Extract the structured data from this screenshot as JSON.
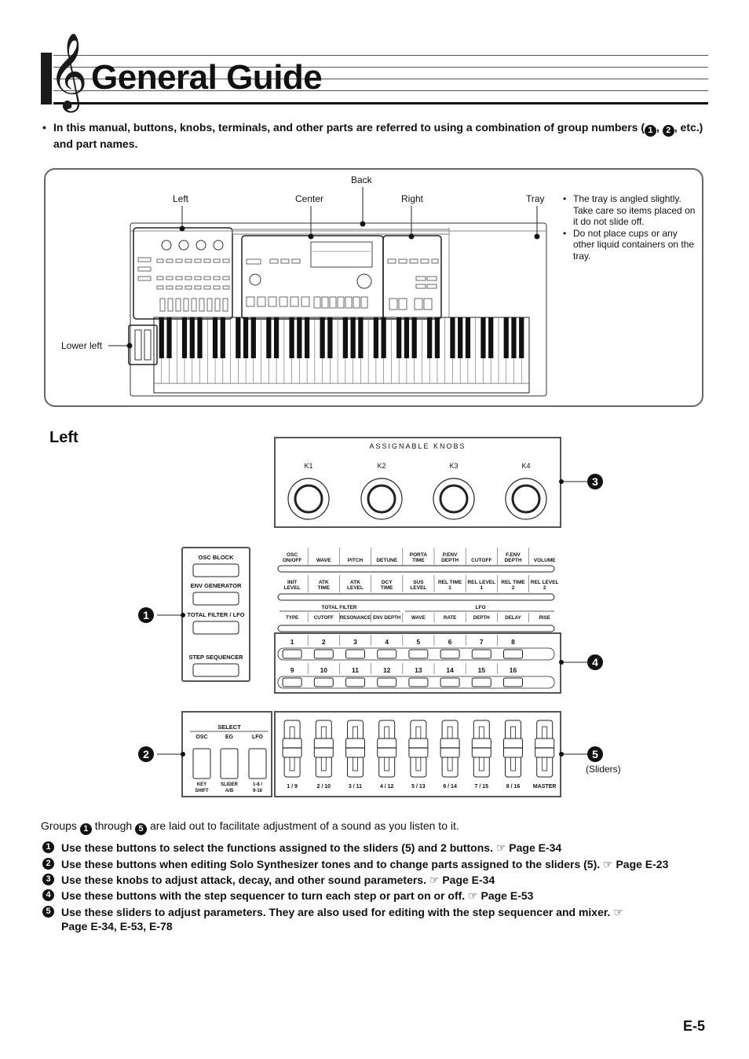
{
  "header": {
    "title": "General Guide",
    "clef_glyph": "𝄞"
  },
  "intro": {
    "bullet": "•",
    "text_before": "In this manual, buttons, knobs, terminals, and other parts are referred to using a combination of group numbers (",
    "num1": "1",
    "num2": "2",
    "text_after": ", etc.) and part names."
  },
  "overview": {
    "back": "Back",
    "left": "Left",
    "center": "Center",
    "right": "Right",
    "tray": "Tray",
    "lower_left": "Lower left",
    "tray_notes": [
      "The tray is angled slightly. Take care so items placed on it do not slide off.",
      "Do not place cups or any other liquid containers on the tray."
    ]
  },
  "left_section": {
    "heading": "Left",
    "knobs_title": "ASSIGNABLE KNOBS",
    "knobs": [
      "K1",
      "K2",
      "K3",
      "K4"
    ],
    "block_buttons": [
      "OSC BLOCK",
      "ENV GENERATOR",
      "TOTAL FILTER / LFO",
      "STEP SEQUENCER"
    ],
    "row1_labels": [
      "OSC ON/OFF",
      "WAVE",
      "PITCH",
      "DETUNE",
      "PORTA TIME",
      "P.ENV DEPTH",
      "CUTOFF",
      "F.ENV DEPTH",
      "VOLUME"
    ],
    "row2_labels": [
      "INIT LEVEL",
      "ATK TIME",
      "ATK LEVEL",
      "DCY TIME",
      "SUS LEVEL",
      "REL TIME 1",
      "REL LEVEL 1",
      "REL TIME 2",
      "REL LEVEL 2"
    ],
    "total_filter": "TOTAL FILTER",
    "lfo": "LFO",
    "row3_labels": [
      "TYPE",
      "CUTOFF",
      "RESONANCE",
      "ENV DEPTH",
      "WAVE",
      "RATE",
      "DEPTH",
      "DELAY",
      "RISE"
    ],
    "steps_top": [
      "1",
      "2",
      "3",
      "4",
      "5",
      "6",
      "7",
      "8"
    ],
    "steps_bottom": [
      "9",
      "10",
      "11",
      "12",
      "13",
      "14",
      "15",
      "16"
    ],
    "select_title": "SELECT",
    "select_labels": [
      "OSC",
      "EG",
      "LFO"
    ],
    "select_sub": [
      "KEY SHIFT",
      "SLIDER A/B",
      "1-8 / 9-16"
    ],
    "slider_labels": [
      "1 / 9",
      "2 / 10",
      "3 / 11",
      "4 / 12",
      "5 / 13",
      "6 / 14",
      "7 / 15",
      "8 / 16",
      "MASTER"
    ],
    "callouts": [
      "1",
      "2",
      "3",
      "4",
      "5"
    ],
    "sliders_note": "(Sliders)"
  },
  "groups_line": {
    "a": "Groups",
    "n1": "1",
    "b": "through",
    "n2": "5",
    "c": "are laid out to facilitate adjustment of a sound as you listen to it."
  },
  "descriptions": [
    {
      "num": "1",
      "text": "Use these buttons to select the functions assigned to the sliders (5) and 2 buttons. ☞ Page E-34"
    },
    {
      "num": "2",
      "text": "Use these buttons when editing Solo Synthesizer tones and to change parts assigned to the sliders (5). ☞ Page E-23"
    },
    {
      "num": "3",
      "text": "Use these knobs to adjust attack, decay, and other sound parameters. ☞ Page E-34"
    },
    {
      "num": "4",
      "text": "Use these buttons with the step sequencer to turn each step or part on or off. ☞ Page E-53"
    },
    {
      "num": "5",
      "text": "Use these sliders to adjust parameters. They are also used for editing with the step sequencer and mixer. ☞ Page E-34, E-53, E-78"
    }
  ],
  "page_number": "E-5"
}
